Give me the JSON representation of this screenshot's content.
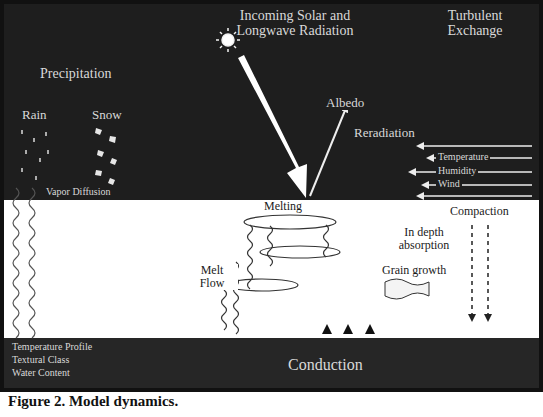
{
  "diagram": {
    "caption": "Figure 2. Model dynamics.",
    "labels": [
      "Precipitation",
      "Incoming Solar and Longwave Radiation",
      "Turbulent Exchange",
      "Rain",
      "Snow",
      "Albedo",
      "Reradiation",
      "Temperature",
      "Humidity",
      "Wind",
      "Vapor Diffusion",
      "Melting",
      "In depth absorption",
      "Compaction",
      "Melt Flow",
      "Grain growth",
      "Temperature Profile",
      "Textural Class",
      "Water Content",
      "Conduction"
    ]
  }
}
